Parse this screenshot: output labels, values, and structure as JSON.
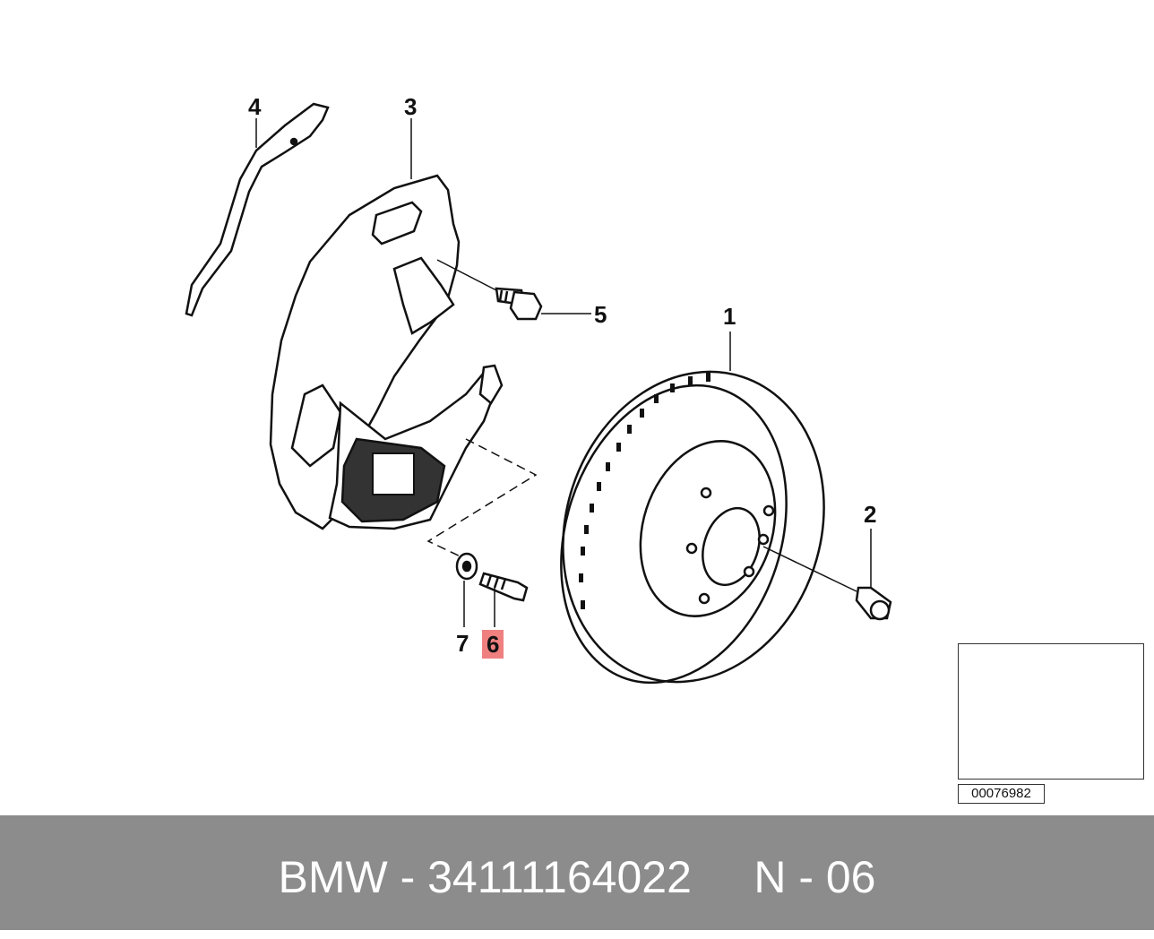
{
  "callouts": {
    "c1": "1",
    "c2": "2",
    "c3": "3",
    "c4": "4",
    "c5": "5",
    "c6": "6",
    "c7": "7"
  },
  "highlighted_part": "6",
  "reference_code": "00076982",
  "footer": {
    "text": "BMW - 34111164022     N - 06"
  },
  "colors": {
    "footer_bg": "#8c8c8c",
    "highlight": "#f08080"
  }
}
